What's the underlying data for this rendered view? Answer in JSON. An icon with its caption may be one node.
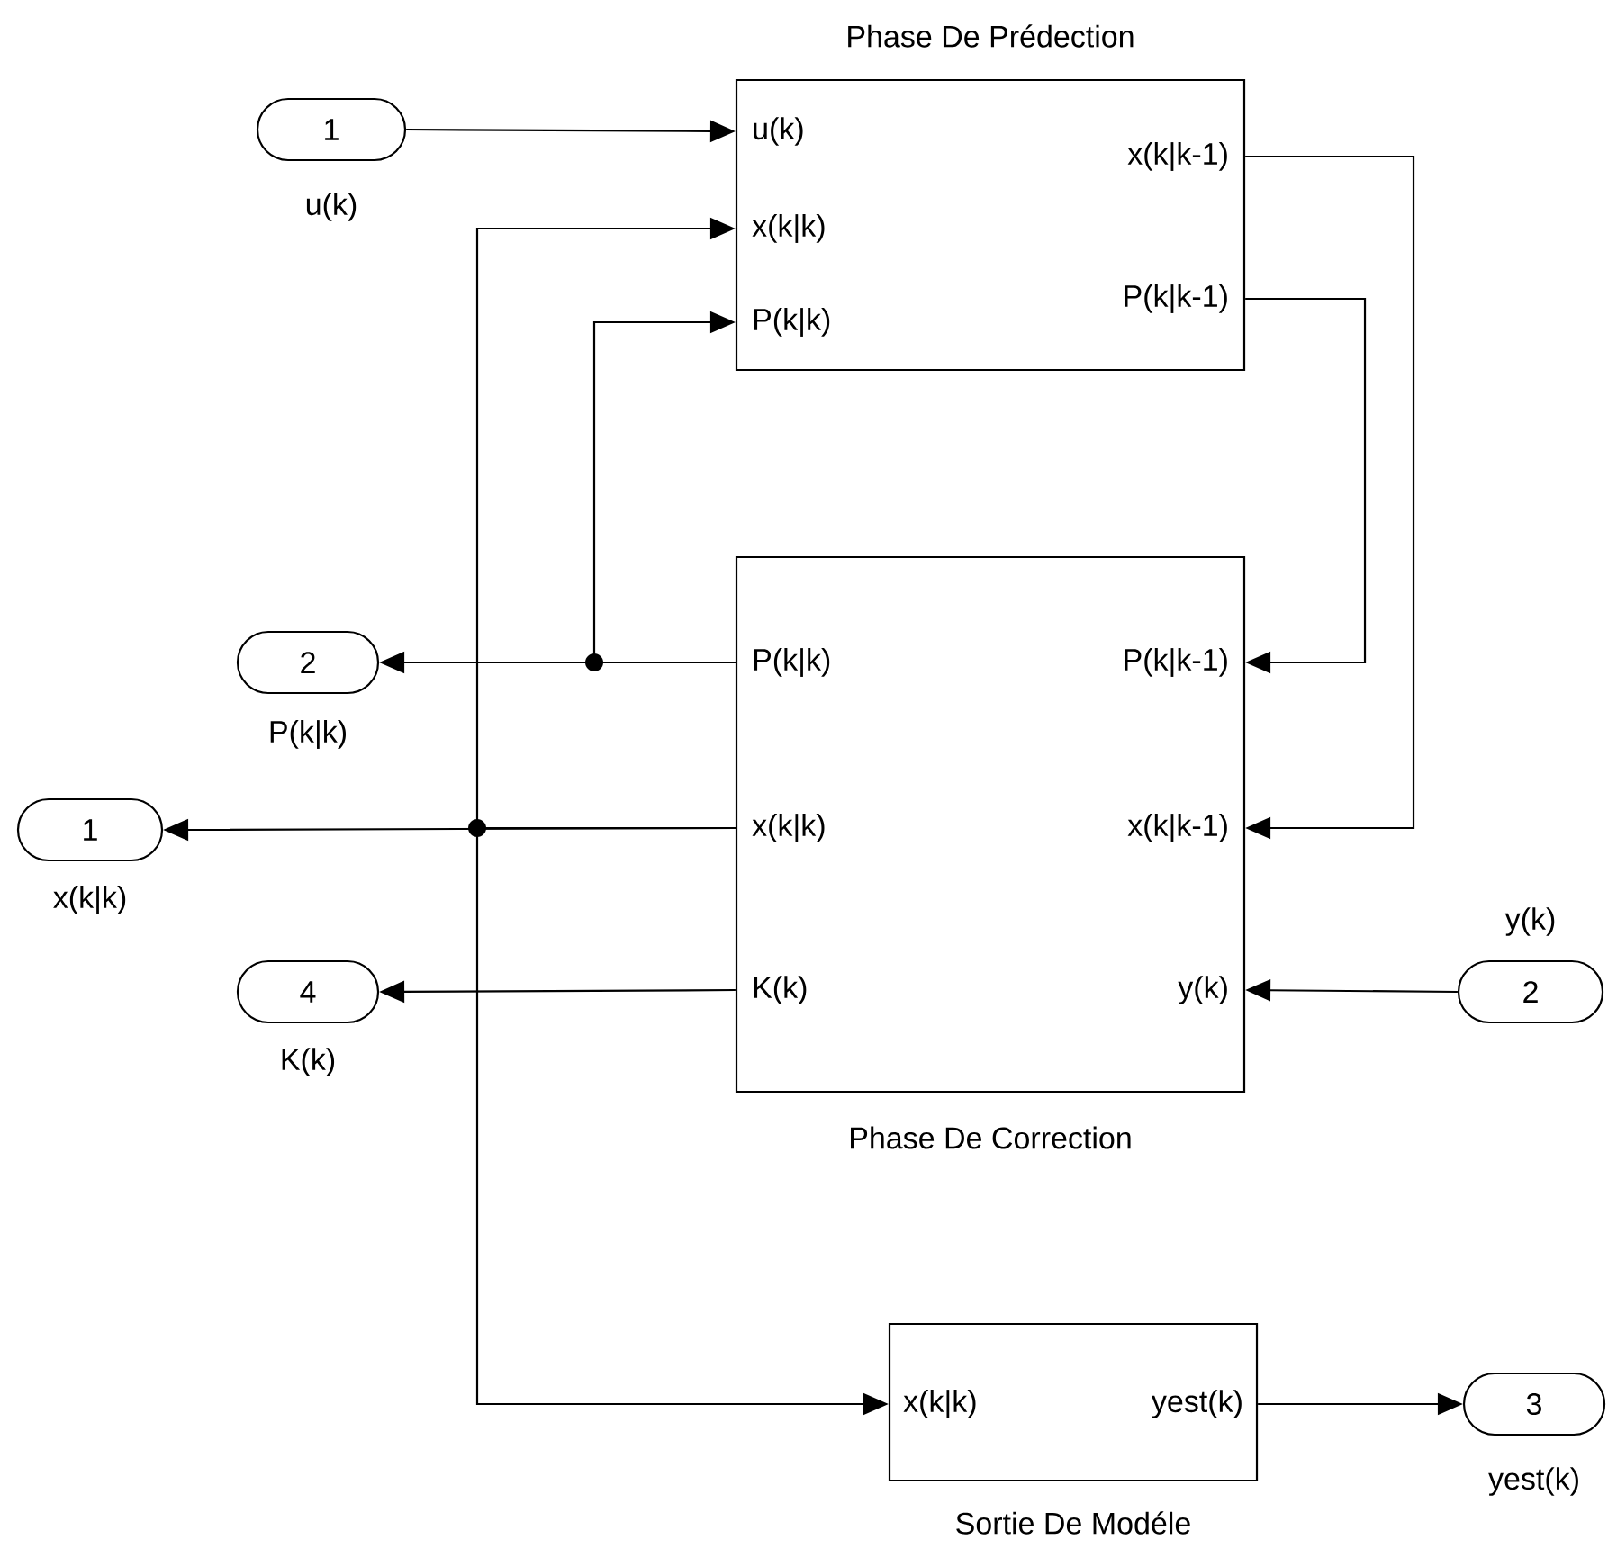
{
  "diagram": {
    "nodes": [
      {
        "text": [
          "Phase De Prédection",
          "u(k)",
          "x(k|k)",
          "P(k|k)",
          "x(k|k-1)",
          "P(k|k-1)"
        ]
      },
      {
        "text": [
          "P(k|k)",
          "x(k|k)",
          "K(k)",
          "P(k|k-1)",
          "x(k|k-1)",
          "y(k)",
          "Phase De Correction"
        ]
      },
      {
        "text": [
          "x(k|k)",
          "yest(k)",
          "Sortie De Modéle"
        ]
      },
      {
        "text": [
          "1"
        ],
        "beside": [
          "u(k)"
        ]
      },
      {
        "text": [
          "2"
        ],
        "beside": [
          "P(k|k)"
        ]
      },
      {
        "text": [
          "1"
        ],
        "beside": [
          "x(k|k)"
        ]
      },
      {
        "text": [
          "4"
        ],
        "beside": [
          "K(k)"
        ]
      },
      {
        "text": [
          "2"
        ],
        "beside": [
          "y(k)"
        ]
      },
      {
        "text": [
          "3"
        ],
        "beside": [
          "yest(k)"
        ]
      }
    ],
    "edges": [
      {
        "from": 3,
        "to": 0,
        "arrow": "to"
      },
      {
        "from": 1,
        "to": 0,
        "arrow": "to"
      },
      {
        "from": 1,
        "to": 0,
        "arrow": "to"
      },
      {
        "from": 0,
        "to": 1,
        "arrow": "to"
      },
      {
        "from": 0,
        "to": 1,
        "arrow": "to"
      },
      {
        "from": 1,
        "to": 4,
        "arrow": "to"
      },
      {
        "from": 1,
        "to": 5,
        "arrow": "to"
      },
      {
        "from": 1,
        "to": 6,
        "arrow": "to"
      },
      {
        "from": 7,
        "to": 1,
        "arrow": "to"
      },
      {
        "from": 1,
        "to": 2,
        "arrow": "to"
      },
      {
        "from": 2,
        "to": 8,
        "arrow": "to"
      }
    ]
  }
}
